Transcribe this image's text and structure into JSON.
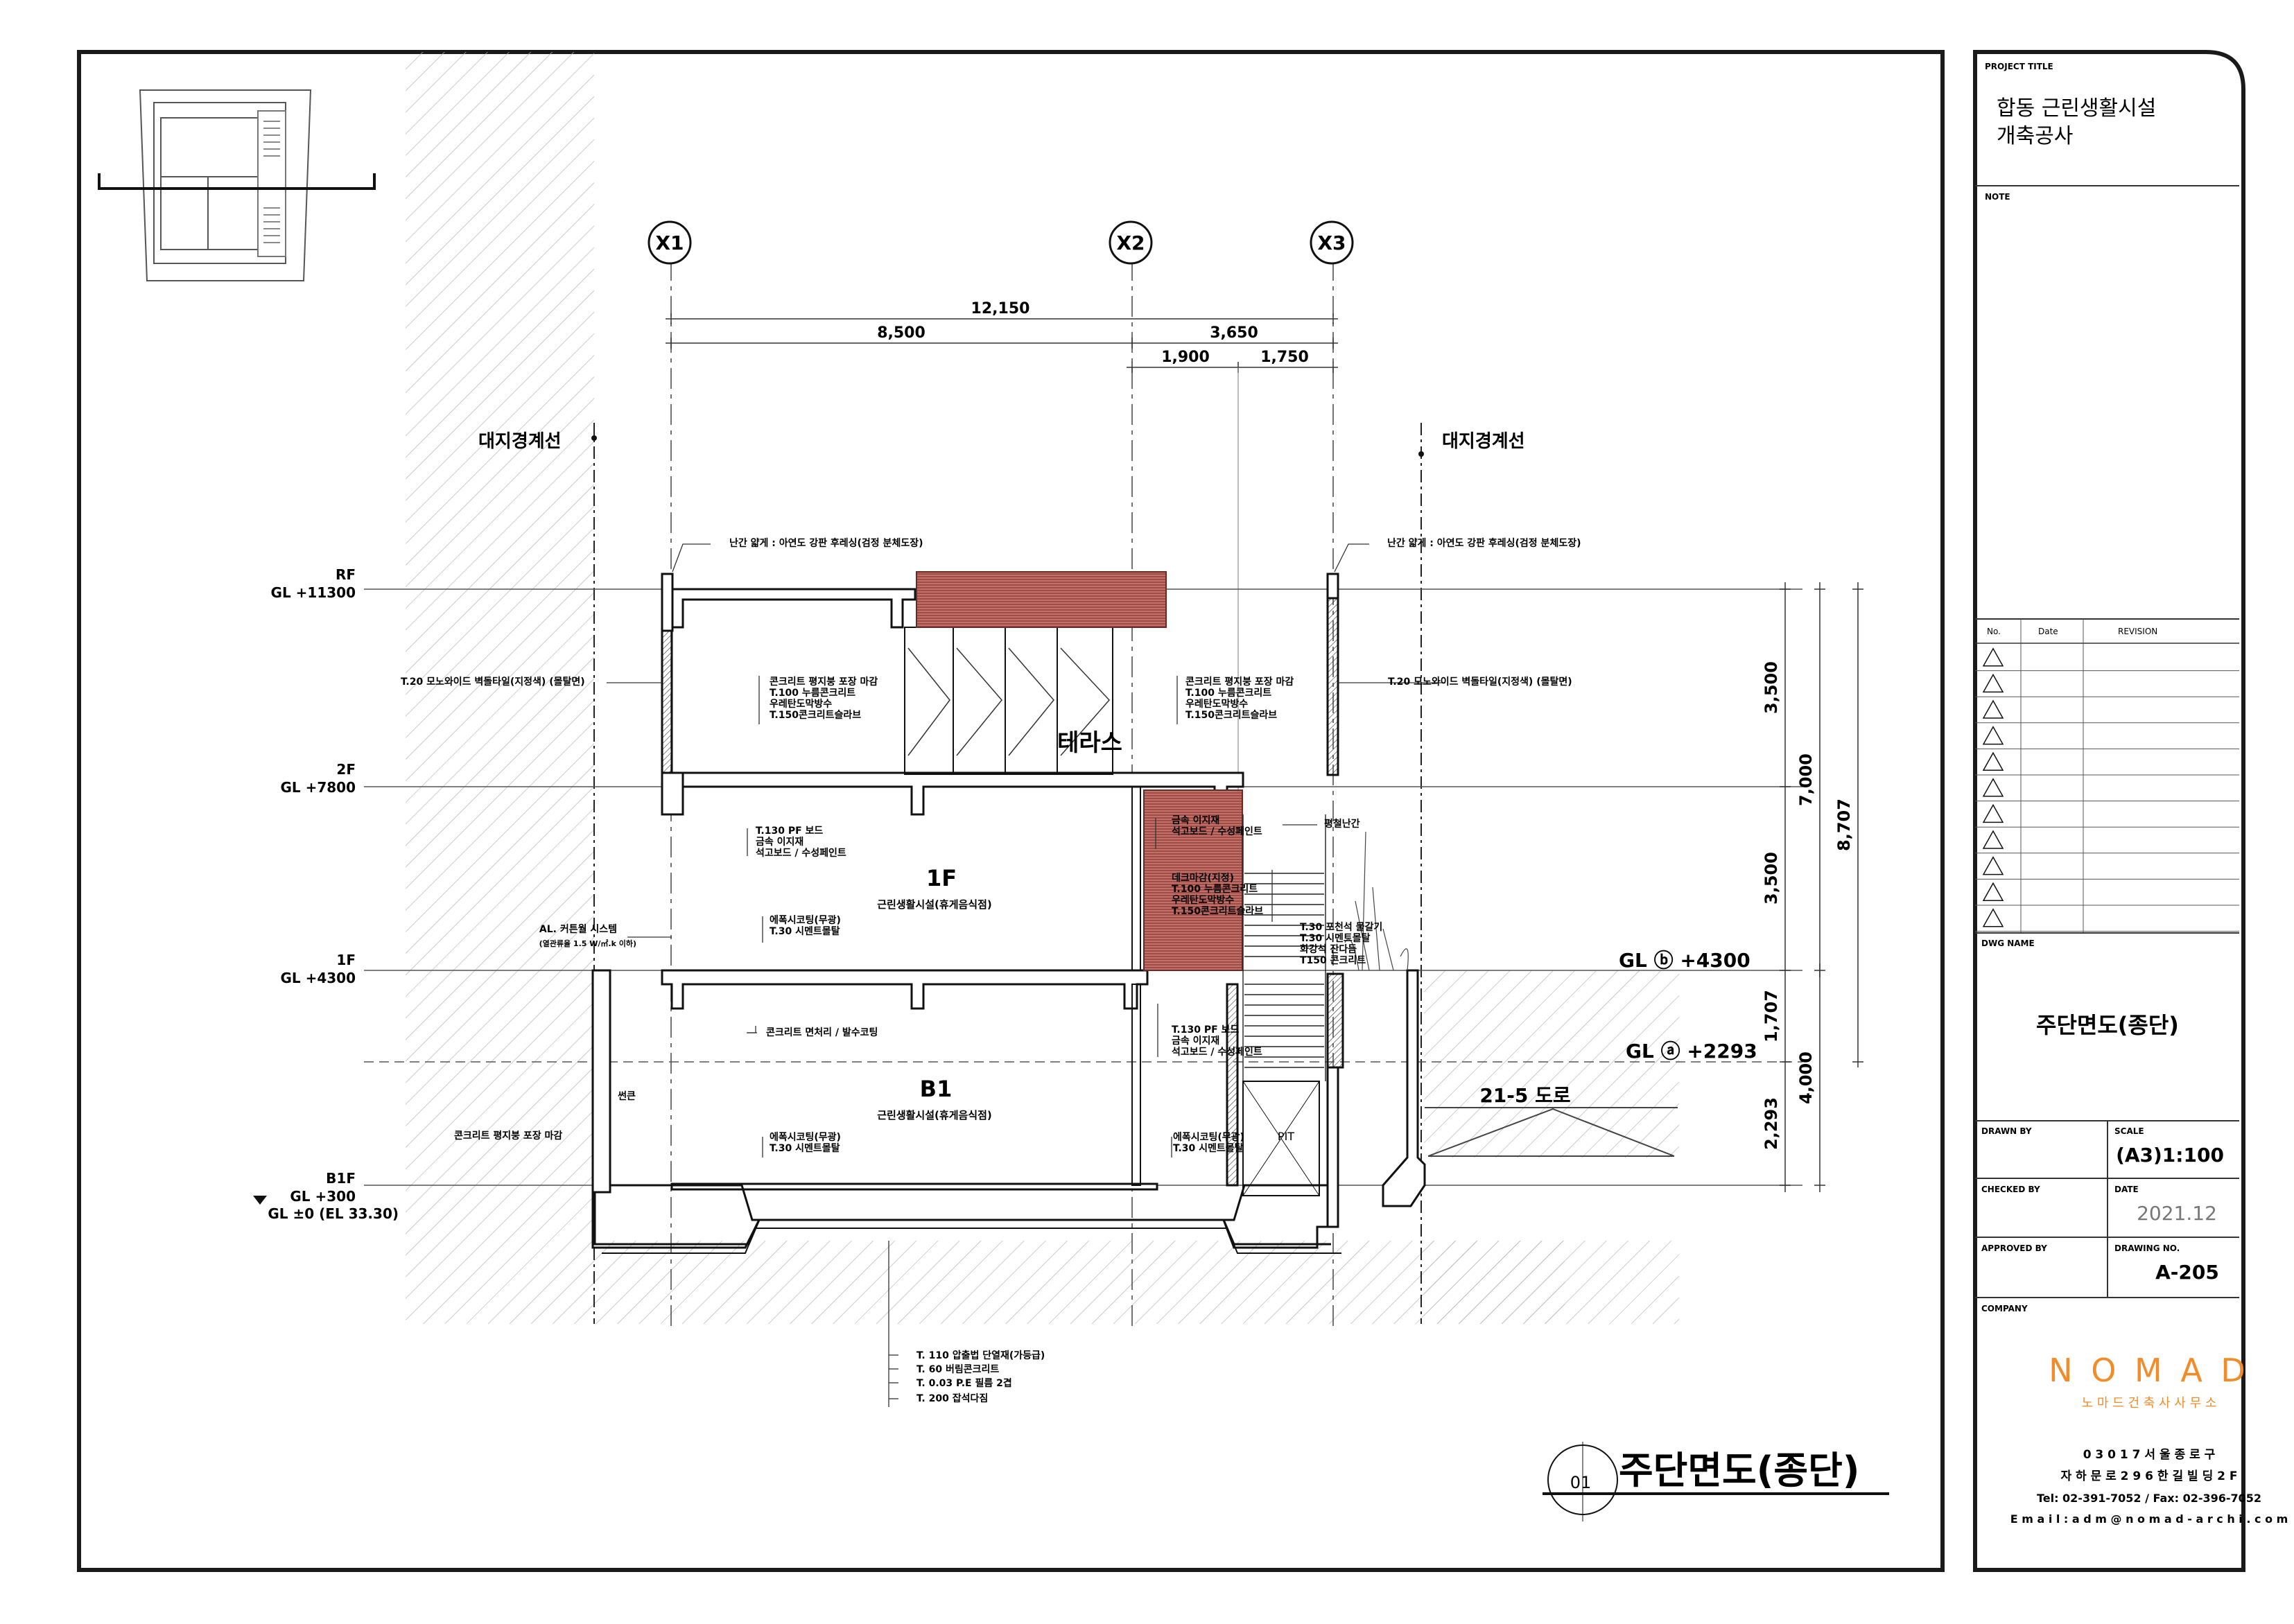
{
  "project": {
    "label": "PROJECT TITLE",
    "title_line1": "합동 근린생활시설",
    "title_line2": "개축공사"
  },
  "note_label": "NOTE",
  "revision": {
    "headers": [
      "No.",
      "Date",
      "REVISION"
    ],
    "rows": 11
  },
  "dwg_name": {
    "label": "DWG NAME",
    "value": "주단면도(종단)"
  },
  "drawn_by": {
    "label": "DRAWN BY",
    "value": ""
  },
  "scale": {
    "label": "SCALE",
    "value": "(A3)1:100"
  },
  "checked_by": {
    "label": "CHECKED BY",
    "value": ""
  },
  "date": {
    "label": "DATE",
    "value": "2021.12"
  },
  "approved_by": {
    "label": "APPROVED BY",
    "value": ""
  },
  "drawing_no": {
    "label": "DRAWING NO.",
    "value": "A-205"
  },
  "company": {
    "label": "COMPANY",
    "logo": "N O M A D",
    "logo_sub": "노 마 드   건 축 사 사 무 소",
    "address1": "0 3 0 1 7   서 울   종 로 구",
    "address2": "자 하 문 로   2 9 6 한 길 빌 딩   2 F",
    "tel": "Tel: 02-391-7052 / Fax: 02-396-7052",
    "email": "E m a i l  :  a d m @ n o m a d - a r c h i . c o m",
    "logo_color": "#f28c28"
  },
  "title_block_footer": {
    "number": "01",
    "title": "주단면도(종단)"
  },
  "drawing": {
    "grid": [
      "X1",
      "X2",
      "X3"
    ],
    "dims_top": [
      "12,150",
      "8,500",
      "3,650",
      "1,900",
      "1,750"
    ],
    "dims_right": [
      "3,500",
      "3,500",
      "7,000",
      "8,707",
      "1,707",
      "2,293",
      "4,000"
    ],
    "levels": [
      {
        "name": "RF",
        "gl": "GL +11300"
      },
      {
        "name": "2F",
        "gl": "GL +7800"
      },
      {
        "name": "1F",
        "gl": "GL +4300"
      },
      {
        "name": "B1F",
        "gl": "GL +300",
        "extra": "GL ±0 (EL 33.30)"
      }
    ],
    "site_boundary": "대지경계선",
    "gl_b": "GL ⓑ  +4300",
    "gl_a": "GL ⓐ  +2293",
    "road": "21-5 도로",
    "rooms": {
      "terrace": "테라스",
      "f1": "1F",
      "f1_use": "근린생활시설(휴게음식점)",
      "b1": "B1",
      "b1_use": "근린생활시설(휴게음식점)",
      "pit": "PIT",
      "column": "썬큰"
    },
    "notes": {
      "railing_left": "난간 얇게 : 아연도 강판 후레싱(검정 분체도장)",
      "railing_right": "난간 얇게 : 아연도 강판 후레싱(검정 분체도장)",
      "wall_left": "T.20 모노와이드 벽돌타일(지정색) (몰탈면)",
      "wall_right": "T.20 모노와이드 벽돌타일(지정색) (몰탈면)",
      "roof_left": [
        "콘크리트 평지붕 포장 마감",
        "T.100 누름콘크리트",
        "우레탄도막방수",
        "T.150콘크리트슬라브"
      ],
      "roof_right": [
        "콘크리트 평지붕 포장 마감",
        "T.100 누름콘크리트",
        "우레탄도막방수",
        "T.150콘크리트슬라브"
      ],
      "ceil_1f": [
        "T.130 PF 보드",
        "금속 이지재",
        "석고보드 / 수성페인트"
      ],
      "ceil_1f_right": [
        "금속 이지재",
        "석고보드 / 수성페인트"
      ],
      "handrail": "평철난간",
      "terrace_finish": [
        "데크마감(지정)",
        "T.100 누름콘크리트",
        "우레탄도막방수",
        "T.150콘크리트슬라브"
      ],
      "floor_1f": [
        "에폭시코팅(무광)",
        "T.30 시멘트몰탈"
      ],
      "curtain": "AL. 커튼월 시스템",
      "curtain_sub": "(열관류율 1.5 W/㎡.k 이하)",
      "stair_finish": [
        "T.30 포천석 물갈기",
        "T.30 시멘트몰탈",
        "화강석 잔다듬",
        "T150 콘크리트"
      ],
      "b1_ceiling": "콘크리트 면처리 / 발수코팅",
      "ceil_b1_right": [
        "T.130 PF 보드",
        "금속 이지재",
        "석고보드 / 수성페인트"
      ],
      "sunken_finish": "콘크리트 평지붕 포장 마감",
      "floor_b1": [
        "에폭시코팅(무광)",
        "T.30 시멘트몰탈"
      ],
      "floor_b1_right": [
        "에폭시코팅(무광)",
        "T.30 시멘트몰탈"
      ],
      "foundation": [
        "T. 110 압출법 단열재(가등급)",
        "T. 60 버림콘크리트",
        "T. 0.03 P.E 필름 2겹",
        "T. 200 잡석다짐"
      ]
    }
  }
}
